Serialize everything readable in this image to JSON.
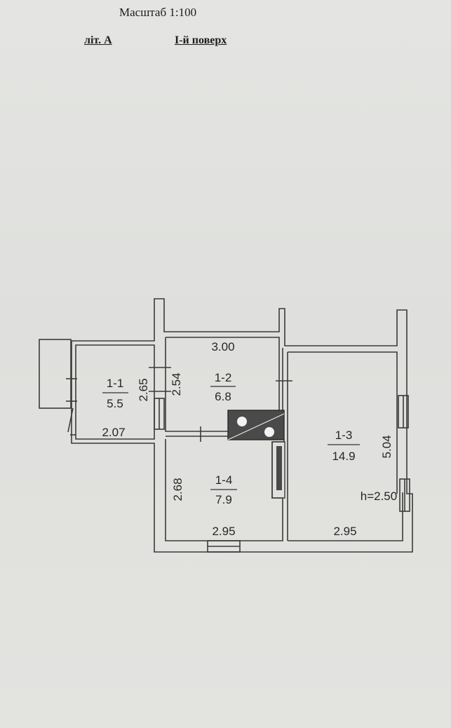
{
  "header": {
    "scale": "Масштаб 1:100",
    "letter": "літ. А",
    "floor": "І-й поверх"
  },
  "rooms": [
    {
      "id": "1-1",
      "area": "5.5"
    },
    {
      "id": "1-2",
      "area": "6.8"
    },
    {
      "id": "1-3",
      "area": "14.9"
    },
    {
      "id": "1-4",
      "area": "7.9"
    }
  ],
  "dimensions": {
    "room1_width": "2.07",
    "room1_depth": "2.65",
    "room2_width": "3.00",
    "room2_depth": "2.54",
    "room3_width": "2.95",
    "room3_depth": "5.04",
    "room4_width": "2.95",
    "room4_depth": "2.68"
  },
  "ceiling_height": "h=2.50",
  "colors": {
    "ink": "#3a3a3a",
    "stove": "#4a4a4a",
    "paper": "#e1e2df"
  }
}
